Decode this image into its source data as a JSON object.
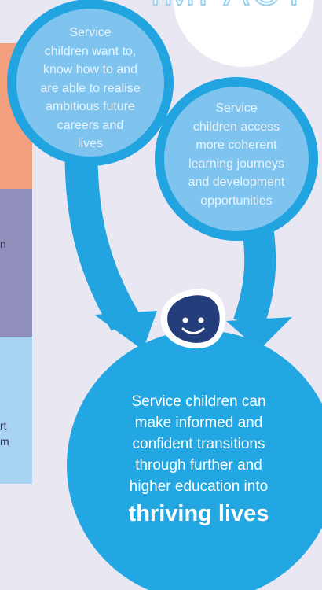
{
  "colors": {
    "background": "#e9e7f2",
    "bubble_fill": "#7fc4ef",
    "ring_and_arrows": "#21a4e0",
    "big_circle": "#22a7e2",
    "face_badge": "#243d7b",
    "band_orange": "#f2a07e",
    "band_purple": "#9190bd",
    "band_blue": "#a9d3f3"
  },
  "header": {
    "title_fragment": "IMPACT"
  },
  "left_fragments": {
    "purple_band": "n",
    "blue_band_line1": "rt",
    "blue_band_line2": "m"
  },
  "bubble_left": {
    "lines": [
      "Service",
      "children want to,",
      "know how to and",
      "are able to realise",
      "ambitious future",
      "careers and",
      "lives"
    ]
  },
  "bubble_right": {
    "lines": [
      "Service",
      "children access",
      "more coherent",
      "learning journeys",
      "and development",
      "opportunities"
    ]
  },
  "outcome": {
    "lines": [
      "Service children can",
      "make informed and",
      "confident transitions",
      "through further and",
      "higher education into"
    ],
    "emphasis": "thriving lives"
  },
  "icons": {
    "badge": "smiley-face-icon"
  }
}
